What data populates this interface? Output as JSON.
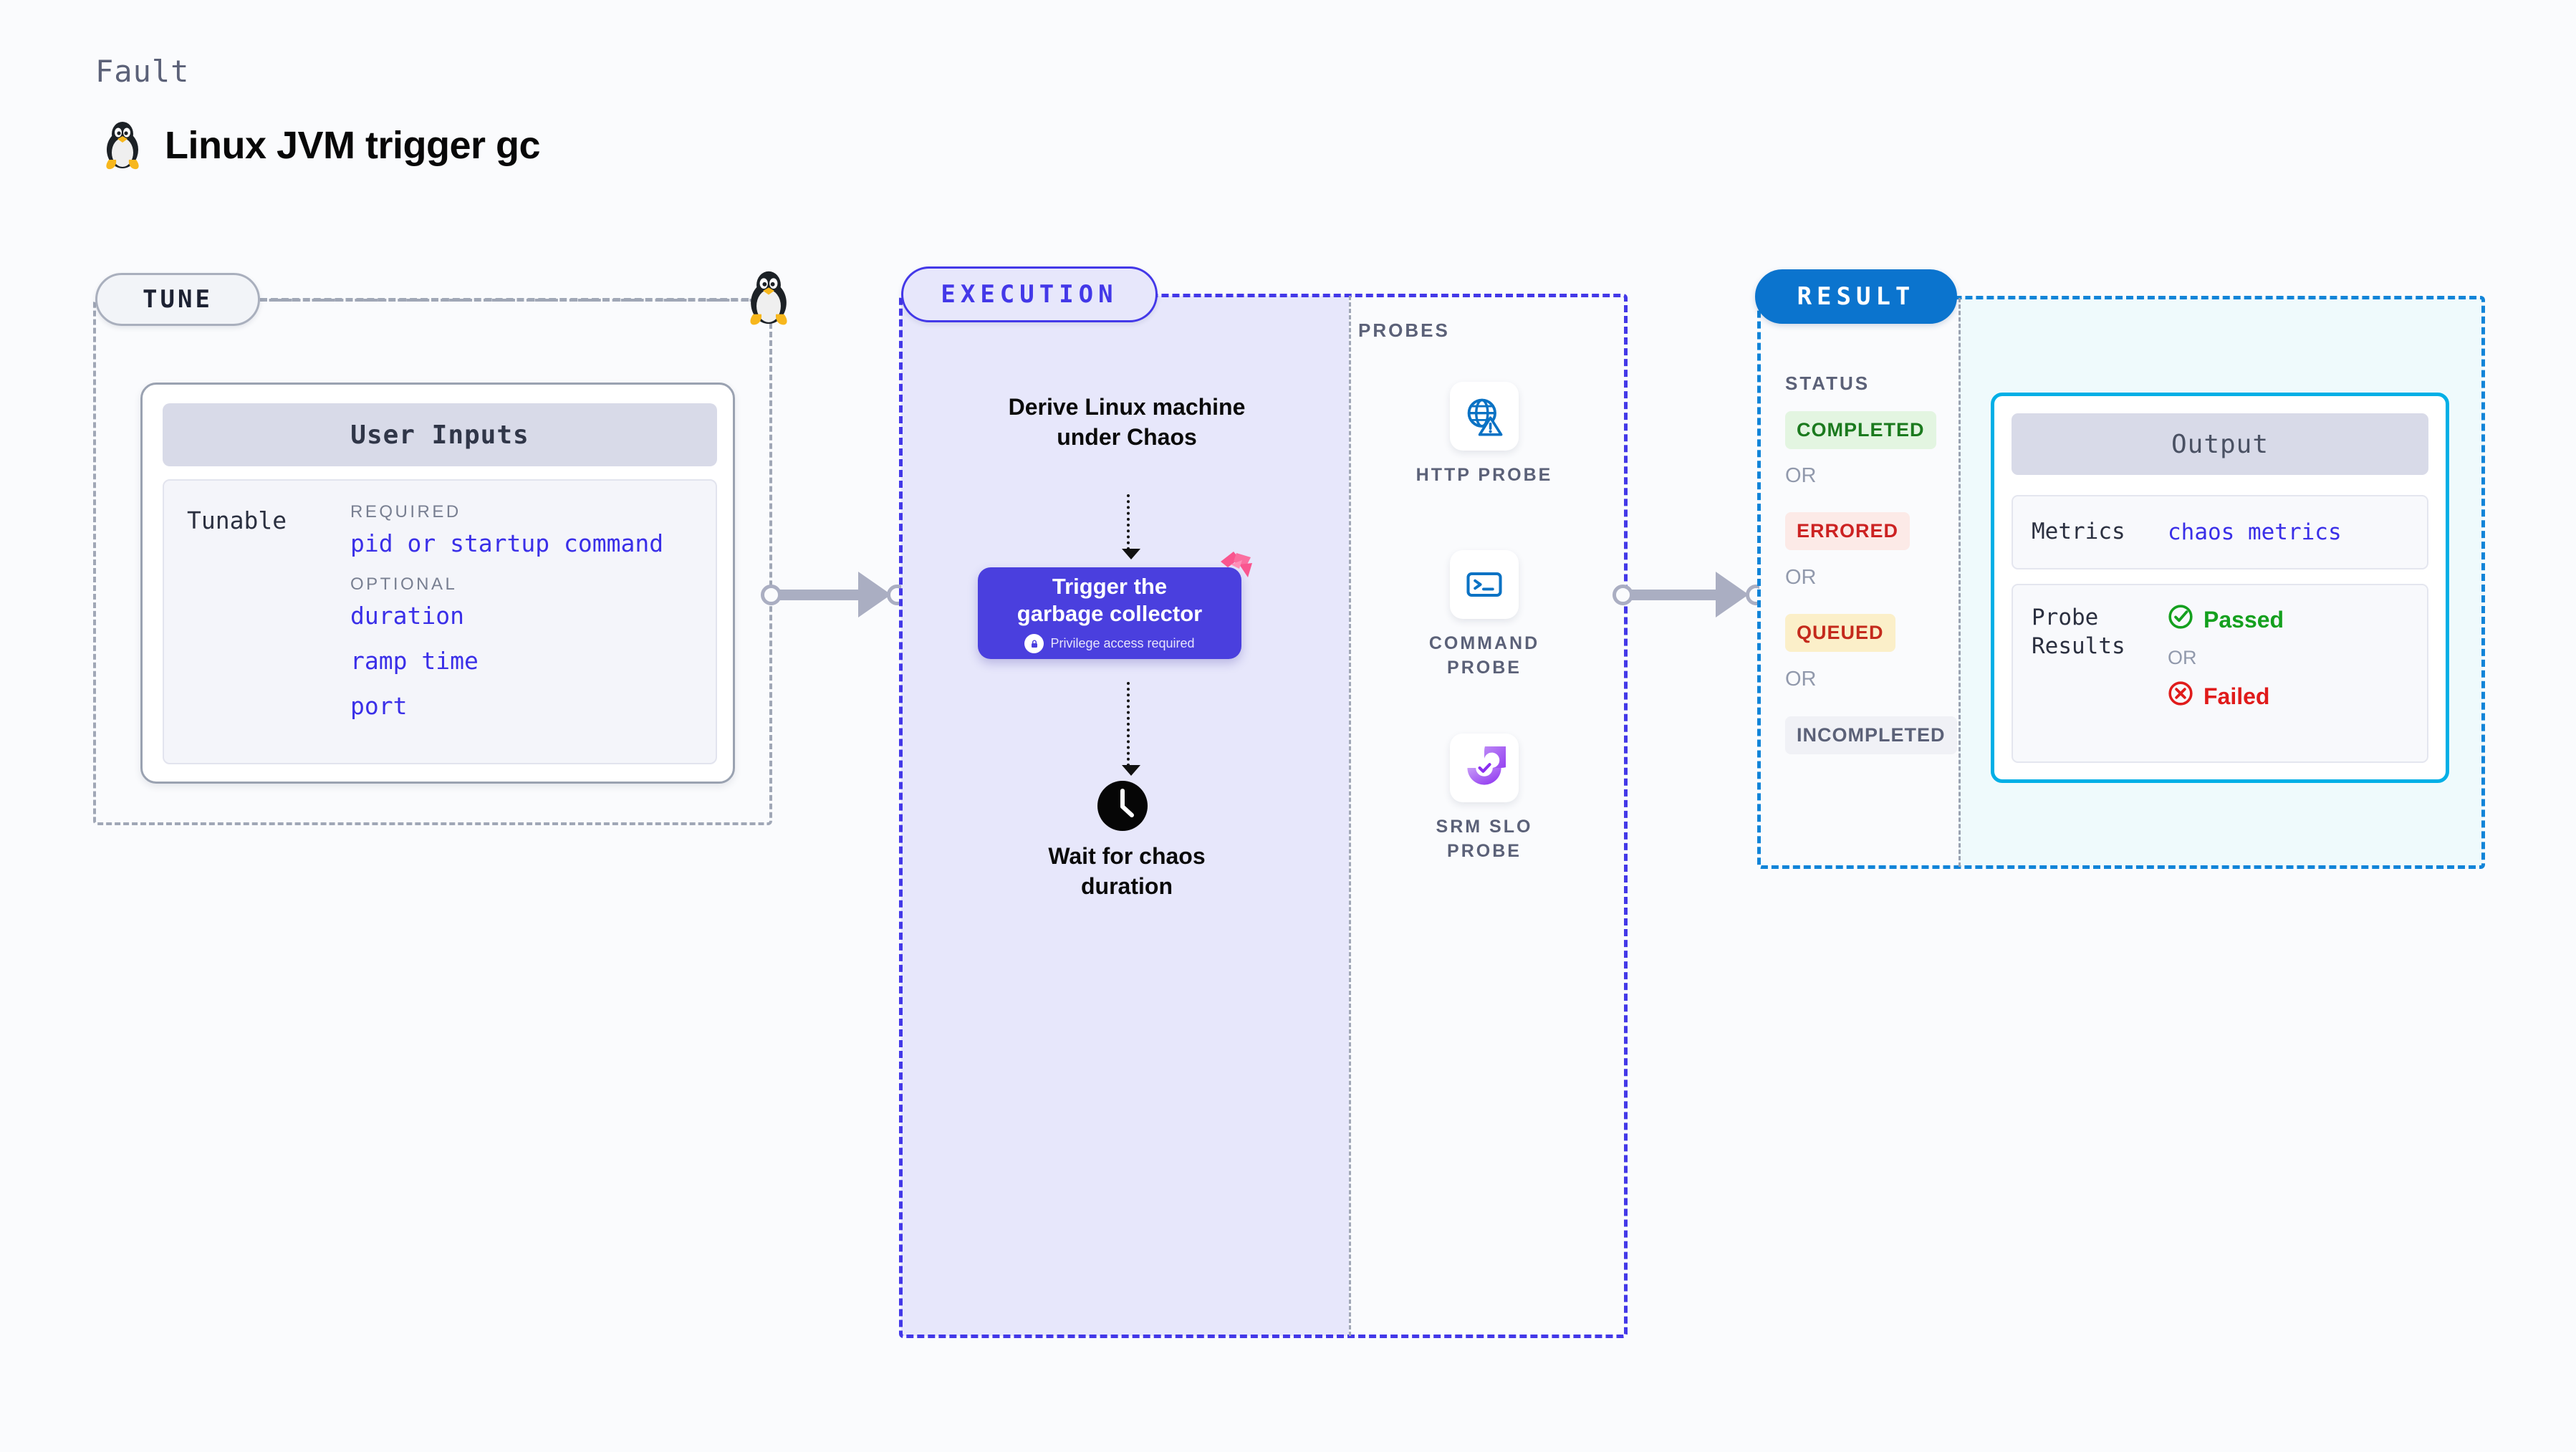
{
  "header": {
    "kicker": "Fault",
    "title": "Linux JVM trigger gc",
    "icon": "tux-penguin-icon"
  },
  "tune": {
    "badge": "TUNE",
    "card_title": "User Inputs",
    "row_label": "Tunable",
    "required_label": "REQUIRED",
    "optional_label": "OPTIONAL",
    "required_values": [
      "pid or startup command"
    ],
    "optional_values": [
      "duration",
      "ramp time",
      "port"
    ],
    "node_icon": "tux-penguin-icon"
  },
  "execution": {
    "badge": "EXECUTION",
    "step_top": "Derive Linux machine\nunder Chaos",
    "action_card": {
      "title": "Trigger the\ngarbage collector",
      "note": "Privilege access required",
      "note_icon": "lock-icon",
      "ribbon_icon": "chaos-ribbon-icon",
      "color": "#4A3FDE"
    },
    "wait_icon": "clock-icon",
    "step_bottom": "Wait for chaos\nduration"
  },
  "probes": {
    "title": "PROBES",
    "items": [
      {
        "label": "HTTP PROBE",
        "icon": "globe-warning-icon",
        "color": "#0A72C4"
      },
      {
        "label": "COMMAND PROBE",
        "icon": "terminal-icon",
        "color": "#0A72C4"
      },
      {
        "label": "SRM SLO PROBE",
        "icon": "slo-donut-check-icon",
        "color": "#9B4BF0"
      }
    ]
  },
  "result": {
    "badge": "RESULT",
    "status_title": "STATUS",
    "or_label": "OR",
    "statuses": [
      {
        "label": "COMPLETED",
        "text_color": "#1B7A1E",
        "bg_color": "#E3F5E1"
      },
      {
        "label": "ERRORED",
        "text_color": "#CC2222",
        "bg_color": "#FCEAE7"
      },
      {
        "label": "QUEUED",
        "text_color": "#C42A1C",
        "bg_color": "#FBEFC9"
      },
      {
        "label": "INCOMPLETED",
        "text_color": "#5B6178",
        "bg_color": "#F0F1F6"
      }
    ]
  },
  "output": {
    "card_title": "Output",
    "metrics_key": "Metrics",
    "metrics_value": "chaos metrics",
    "probe_key": "Probe\nResults",
    "passed_label": "Passed",
    "failed_label": "Failed",
    "or_label": "OR",
    "passed_icon": "check-circle-icon",
    "failed_icon": "x-circle-icon"
  },
  "connectors": [
    {
      "name": "tune-to-execution"
    },
    {
      "name": "execution-to-result"
    }
  ]
}
